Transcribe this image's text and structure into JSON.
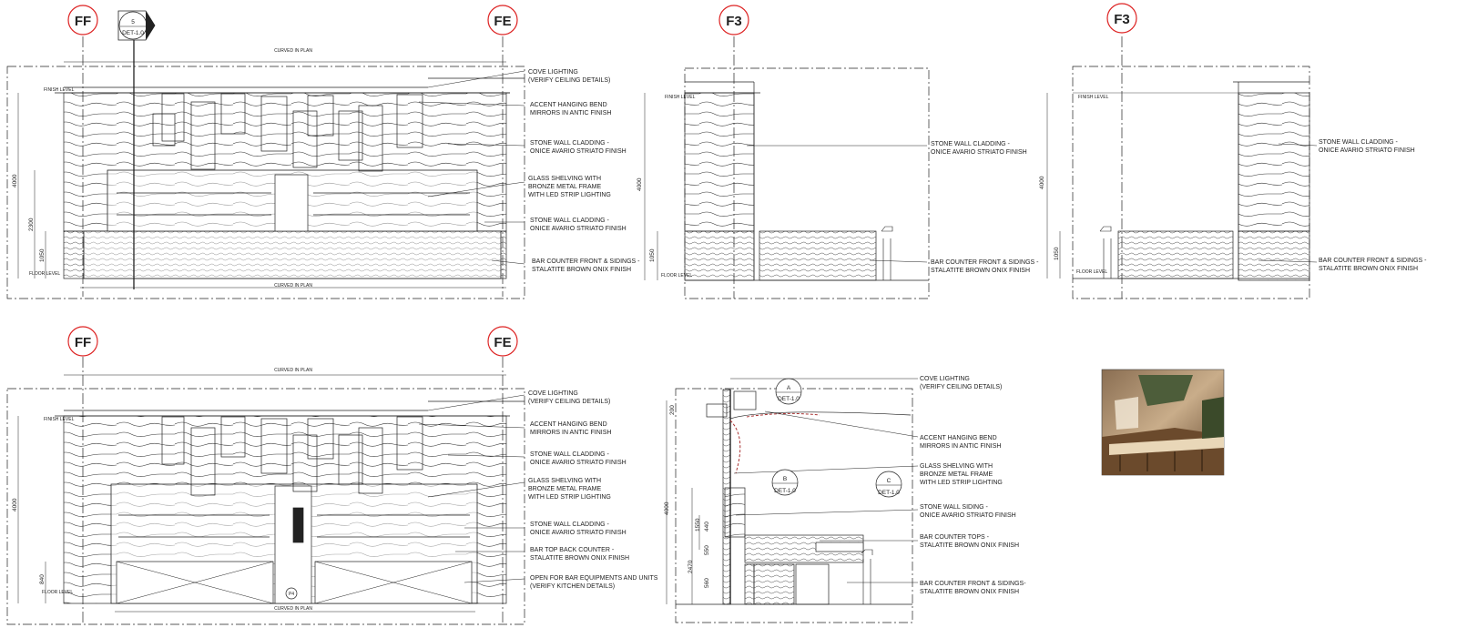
{
  "grid_tags": {
    "ff": "FF",
    "fe": "FE",
    "f3": "F3"
  },
  "section_marker": {
    "number": "5",
    "ref": "DET-1.0"
  },
  "curved_in_plan": "CURVED IN PLAN",
  "level_labels": {
    "finish": "FINISH LEVEL",
    "floor": "FLOOR LEVEL"
  },
  "annotations": {
    "cove_lighting": [
      "COVE LIGHTING",
      "(VERIFY CEILING DETAILS)"
    ],
    "accent_mirrors": [
      "ACCENT  HANGING BEND",
      "MIRRORS IN ANTIC FINISH"
    ],
    "stone_cladding": [
      "STONE WALL CLADDING -",
      "ONICE AVARIO STRIATO FINISH"
    ],
    "glass_shelving": [
      "GLASS SHELVING WITH",
      "BRONZE METAL FRAME",
      "WITH LED STRIP LIGHTING"
    ],
    "bar_counter_front": [
      "BAR COUNTER FRONT & SIDINGS -",
      "STALATITE BROWN ONIX FINISH"
    ],
    "bar_top_back": [
      "BAR TOP BACK COUNTER -",
      "STALATITE BROWN ONIX FINISH"
    ],
    "open_for_bar": [
      "OPEN FOR BAR EQUIPMENTS AND UNITS",
      "(VERIFY KITCHEN DETAILS)"
    ],
    "stone_siding": [
      "STONE WALL SIDING -",
      "ONICE AVARIO STRIATO FINISH"
    ],
    "bar_counter_tops": [
      "BAR COUNTER TOPS -",
      "STALATITE BROWN ONIX FINISH"
    ],
    "bar_counter_front_sec": [
      "BAR COUNTER FRONT & SIDINGS-",
      "STALATITE BROWN ONIX FINISH"
    ]
  },
  "dimensions": {
    "d4000": "4000",
    "d2300": "2300",
    "d1050": "1050",
    "d840": "840",
    "d200": "200",
    "d1550": "1550",
    "d2470": "2470",
    "d440": "440",
    "d550": "550",
    "d560": "560"
  },
  "details": [
    {
      "letter": "A",
      "ref": "DET-1.0"
    },
    {
      "letter": "B",
      "ref": "DET-1.0"
    },
    {
      "letter": "C",
      "ref": "DET-1.0"
    }
  ],
  "door_marker": "P4"
}
